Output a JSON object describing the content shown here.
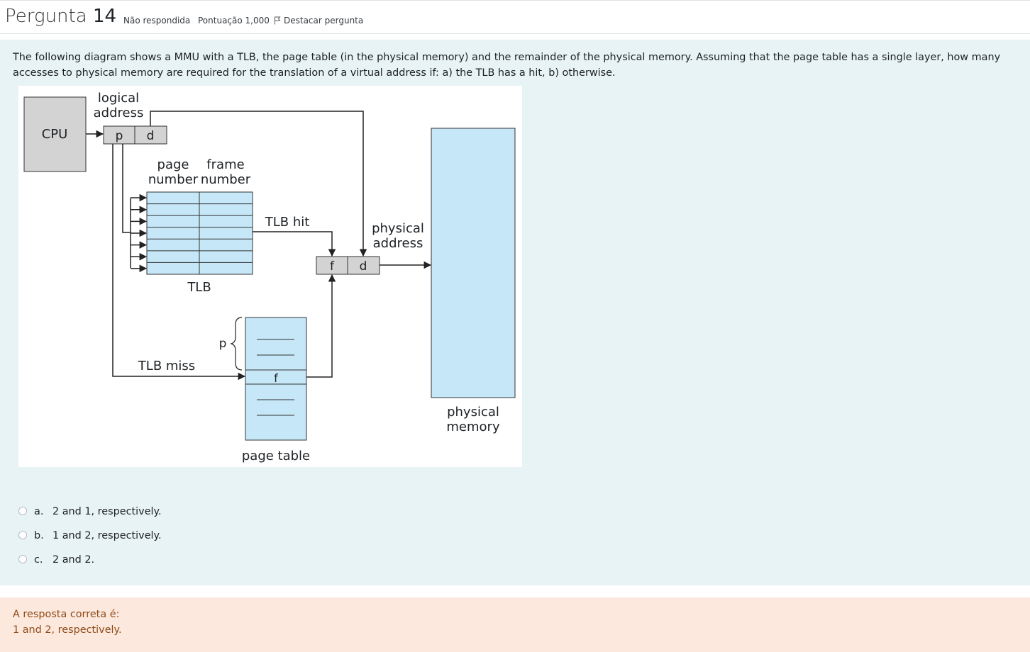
{
  "header": {
    "question_word": "Pergunta",
    "question_number": "14",
    "status": "Não respondida",
    "score": "Pontuação 1,000",
    "flag_label": "Destacar pergunta"
  },
  "question": {
    "text": "The following diagram shows a MMU with a TLB, the page table (in the physical memory) and the remainder of the physical memory. Assuming that the page table has a single layer, how many accesses to physical memory are required for the translation of a virtual address if: a) the TLB has a hit, b) otherwise."
  },
  "diagram": {
    "cpu": "CPU",
    "logical_address_line1": "logical",
    "logical_address_line2": "address",
    "p": "p",
    "d": "d",
    "page_line1": "page",
    "page_line2": "number",
    "frame_line1": "frame",
    "frame_line2": "number",
    "tlb": "TLB",
    "tlb_hit": "TLB hit",
    "tlb_miss": "TLB miss",
    "f": "f",
    "physical_address_line1": "physical",
    "physical_address_line2": "address",
    "physical_memory_line1": "physical",
    "physical_memory_line2": "memory",
    "page_table": "page table",
    "colors": {
      "memory_fill": "#c6e7f7",
      "cpu_fill": "#d3d3d3",
      "line": "#222222"
    }
  },
  "answers": [
    {
      "letter": "a.",
      "text": "2 and 1, respectively."
    },
    {
      "letter": "b.",
      "text": "1 and 2, respectively."
    },
    {
      "letter": "c.",
      "text": "2 and 2."
    }
  ],
  "feedback": {
    "label": "A resposta correta é:",
    "answer": "1 and 2, respectively."
  }
}
